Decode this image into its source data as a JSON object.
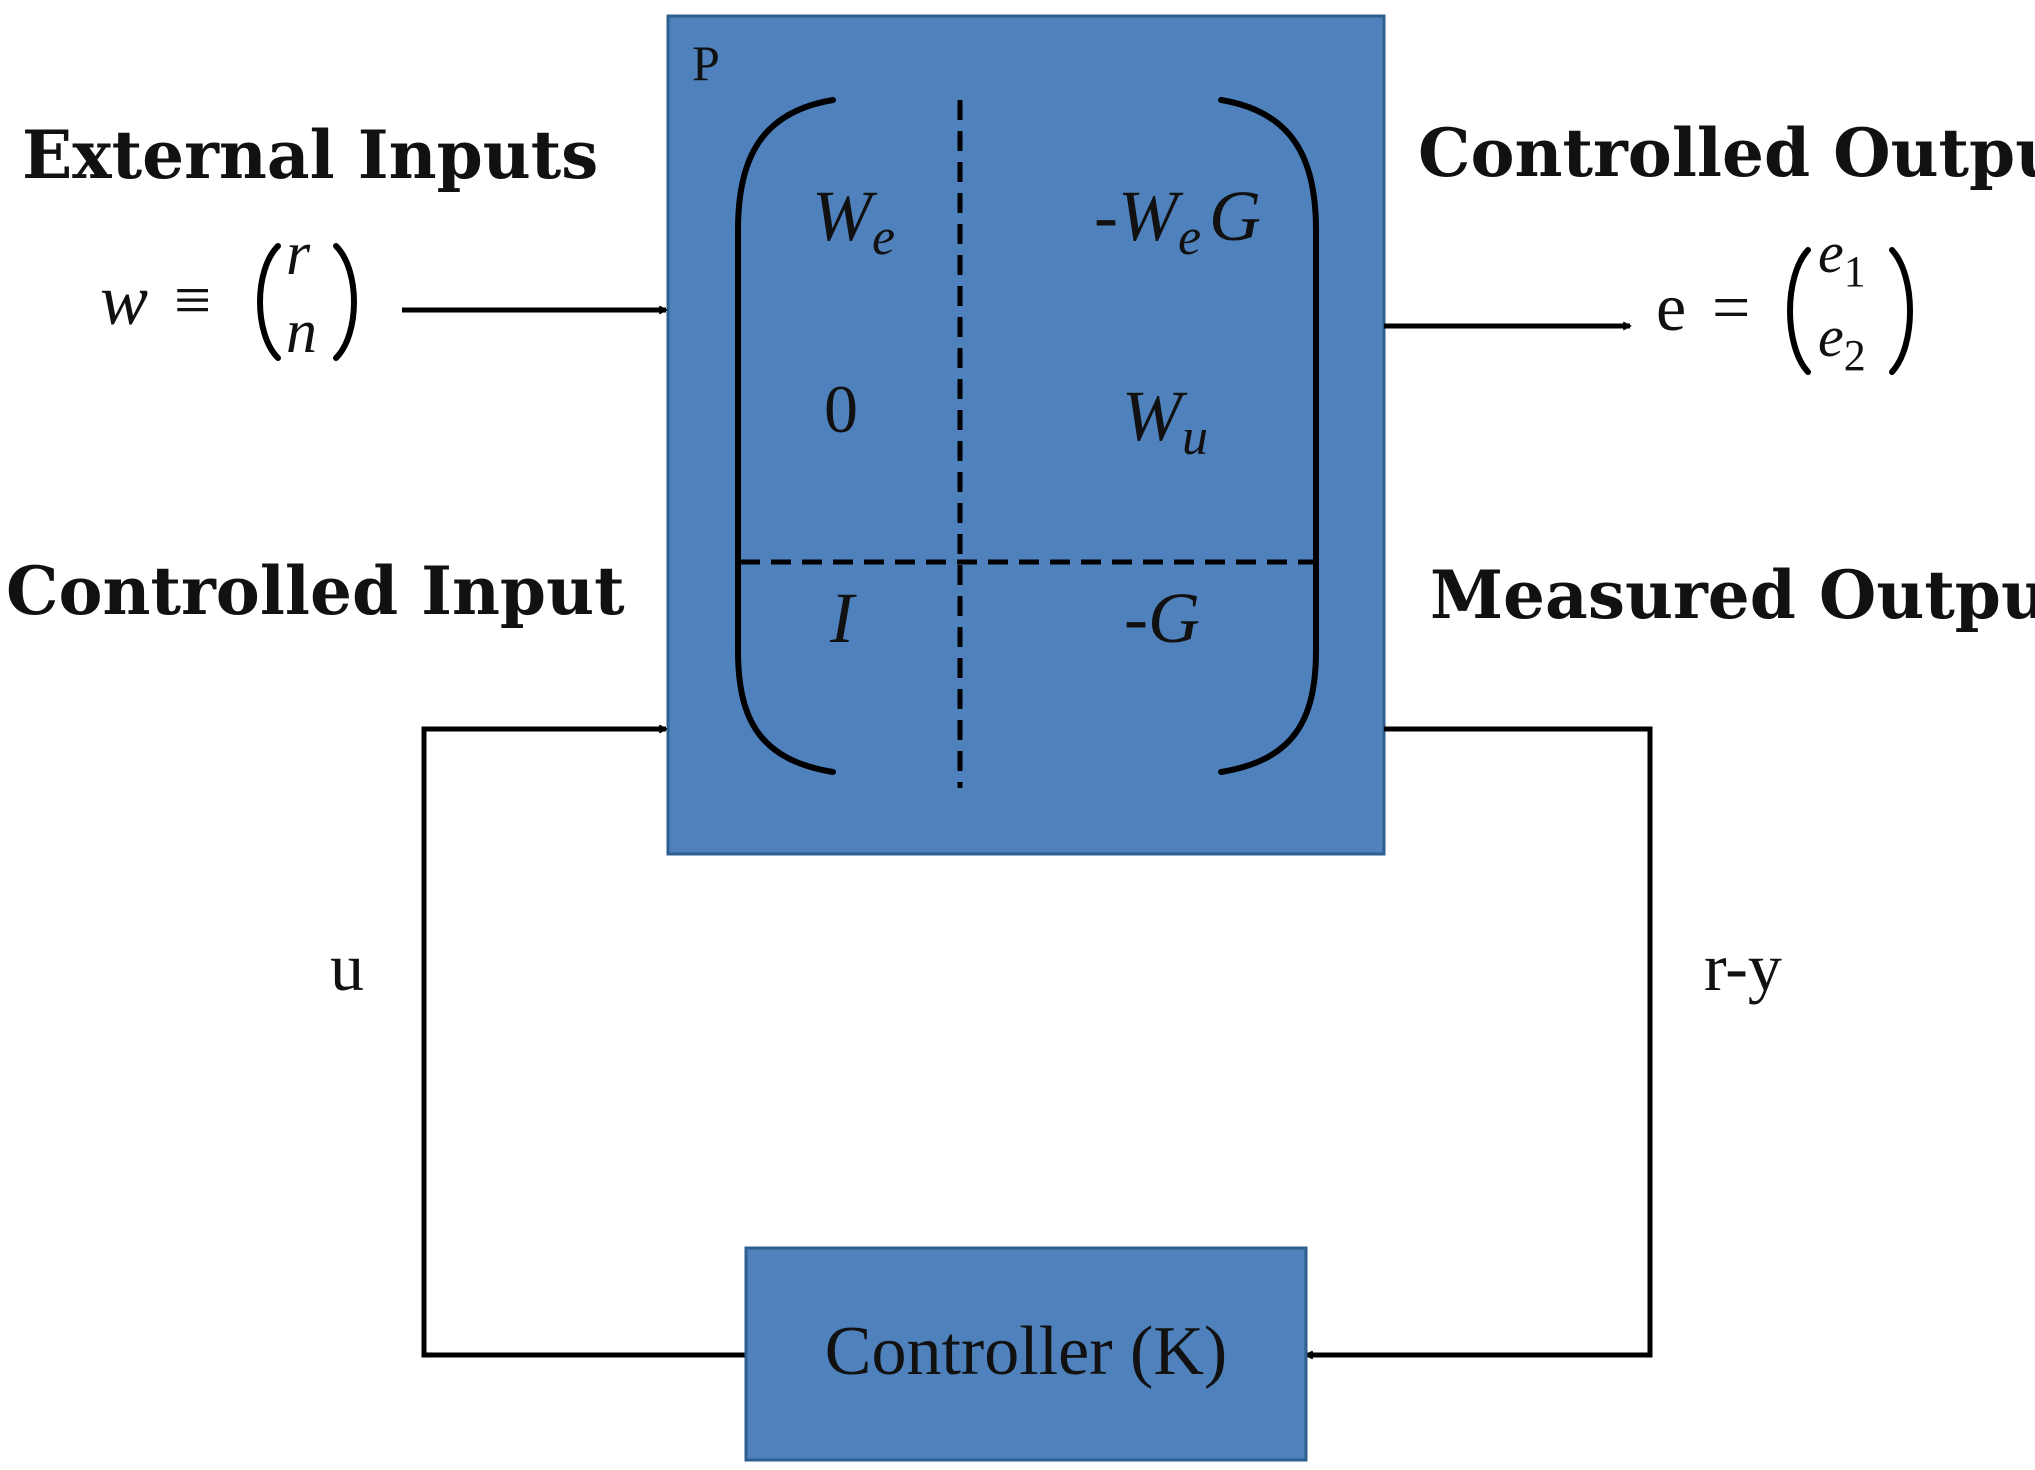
{
  "plant": {
    "label": "P",
    "matrix": {
      "r1c1_base": "W",
      "r1c1_sub": "e",
      "r1c2_prefix": "-W",
      "r1c2_sub": "e",
      "r1c2_suffix": "G",
      "r2c1": "0",
      "r2c2_base": "W",
      "r2c2_sub": "u",
      "r3c1": "I",
      "r3c2": "-G"
    }
  },
  "labels": {
    "external_inputs": "External Inputs",
    "controlled_outputs": "Controlled Outputs",
    "controlled_input": "Controlled Input",
    "measured_outputs": "Measured Outputs",
    "u": "u",
    "r_minus_y": "r-y"
  },
  "w_def": {
    "lhs": "w",
    "equiv": "≡",
    "top": "r",
    "bottom": "n"
  },
  "e_def": {
    "lhs": "e",
    "eq": "=",
    "top_base": "e",
    "top_sub": "1",
    "bottom_base": "e",
    "bottom_sub": "2"
  },
  "controller": {
    "label": "Controller (K)"
  },
  "colors": {
    "block_fill": "#4f81bd",
    "block_stroke": "#2e5f8e",
    "line": "#000000"
  }
}
